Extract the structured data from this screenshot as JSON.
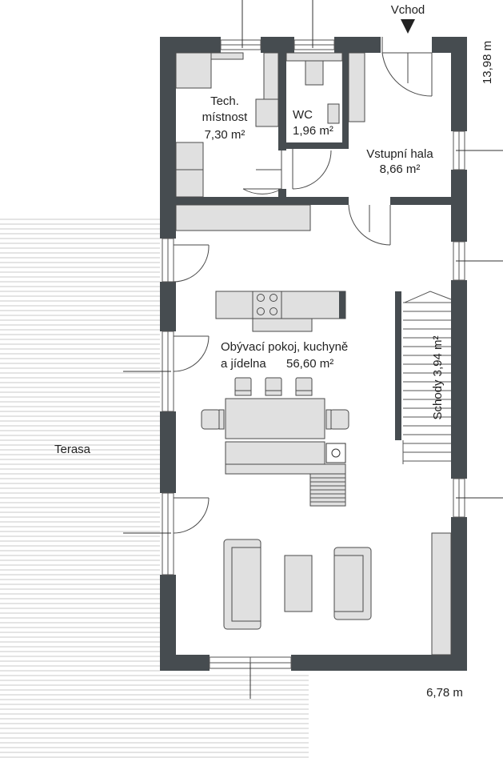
{
  "plan": {
    "entrance_label": "Vchod",
    "terrace_label": "Terasa",
    "dim_depth": "13,98 m",
    "dim_width": "6,78 m",
    "rooms": {
      "tech_line1": "Tech.",
      "tech_line2": "místnost",
      "tech_area": "7,30 m²",
      "wc_name": "WC",
      "wc_area": "1,96 m²",
      "hall_name": "Vstupní hala",
      "hall_area": "8,66 m²",
      "living_line1": "Obývací pokoj, kuchyně",
      "living_line2": "a jídelna",
      "living_area": "56,60 m²",
      "stairs": "Schody 3,94 m²"
    }
  },
  "colors": {
    "wall": "#464c50",
    "furniture_fill": "#e0e0e0",
    "furniture_stroke": "#4a4a4a",
    "terrace_lines": "#c8c8c8",
    "text": "#222222"
  }
}
